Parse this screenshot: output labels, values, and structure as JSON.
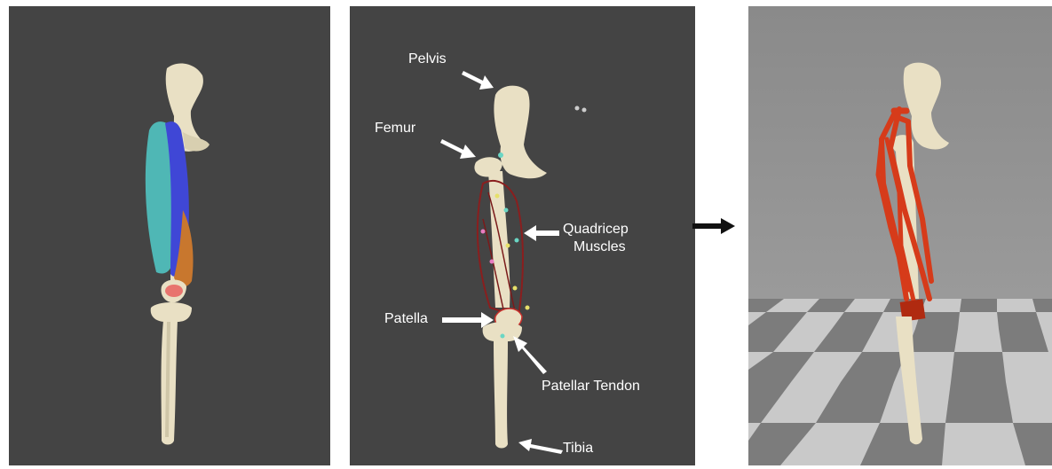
{
  "panels": {
    "raw_model": {},
    "annotated_model": {
      "labels": {
        "pelvis": "Pelvis",
        "femur": "Femur",
        "quadricep_line1": "Quadricep",
        "quadricep_line2": "Muscles",
        "patella": "Patella",
        "patellar_tendon": "Patellar Tendon",
        "tibia": "Tibia"
      }
    },
    "simulation_model": {}
  },
  "colors": {
    "panel_background": "#444444",
    "bone": "#e9e0c4",
    "muscle_blue": "#3f47d6",
    "muscle_teal": "#4fb7b5",
    "muscle_orange": "#c8772e",
    "patella_red": "#e8746e",
    "sim_muscle_red": "#d63b1a",
    "floor_light": "#c9c9c9",
    "floor_dark": "#7c7c7c"
  }
}
